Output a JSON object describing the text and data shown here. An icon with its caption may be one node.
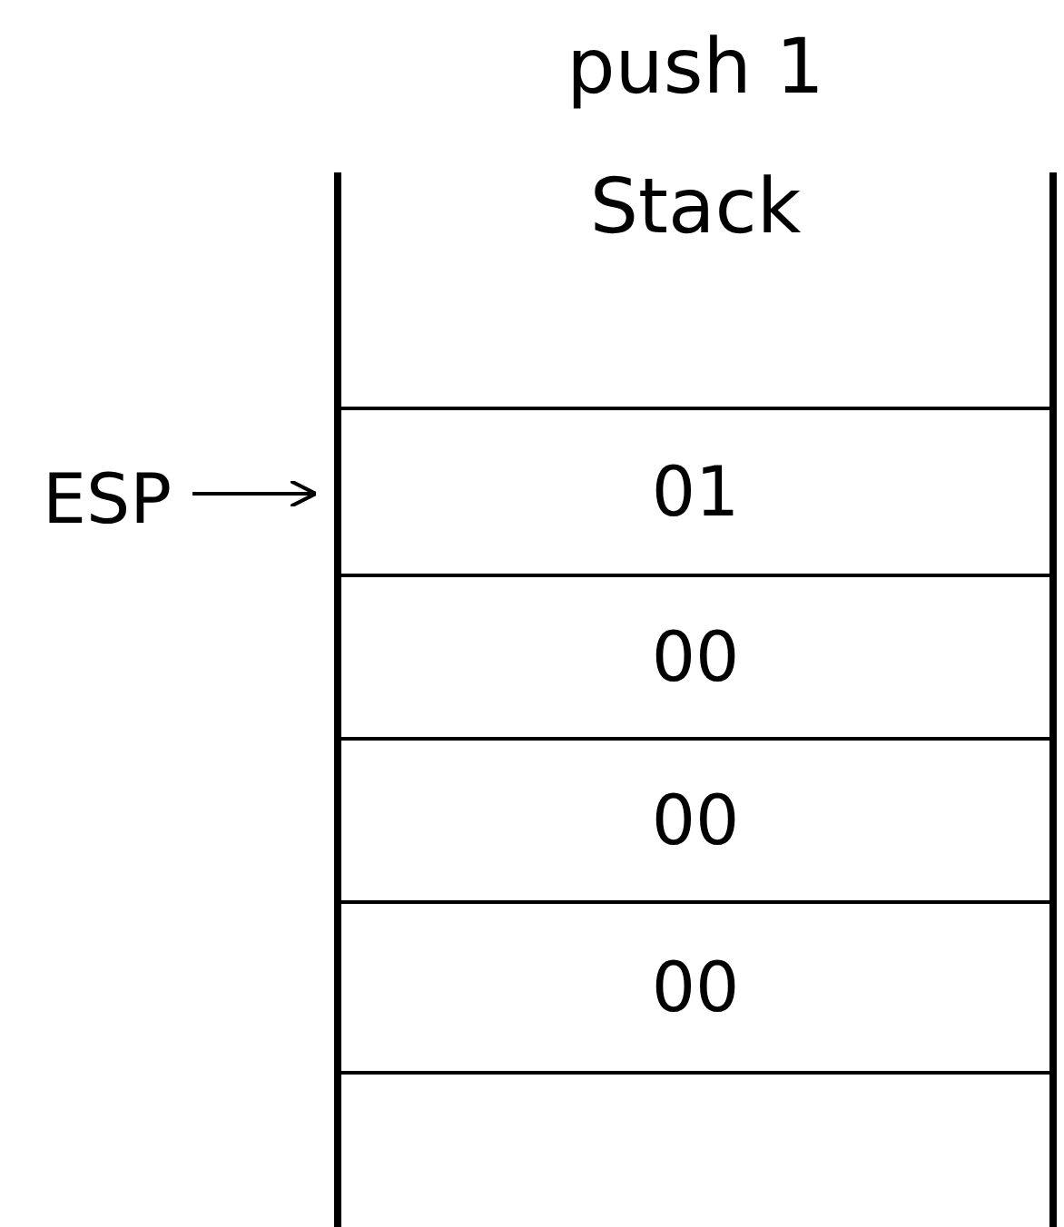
{
  "diagram": {
    "title": "push 1",
    "nodes": [
      {
        "text": [
          "Stack"
        ]
      },
      {
        "text": [],
        "shape": "box",
        "in": 0
      },
      {
        "text": [
          "01"
        ],
        "in": 0
      },
      {
        "text": [
          "00"
        ],
        "in": 0
      },
      {
        "text": [
          "00"
        ],
        "in": 0
      },
      {
        "text": [
          "00"
        ],
        "in": 0
      },
      {
        "text": [],
        "shape": "box",
        "in": 0
      },
      {
        "text": [
          "ESP"
        ]
      }
    ],
    "edges": [
      {
        "from": 7,
        "to": 2,
        "arrow": "to"
      }
    ]
  }
}
